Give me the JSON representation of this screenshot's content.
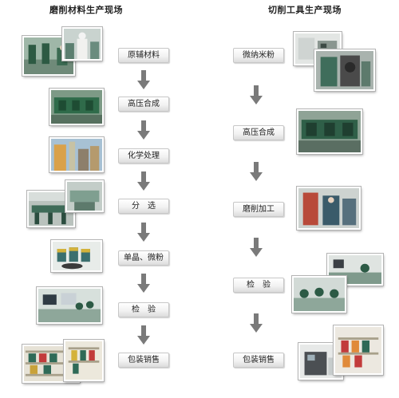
{
  "left": {
    "title": "磨削材料生产现场",
    "steps": [
      "原辅材料",
      "高压合成",
      "化学处理",
      "分　选",
      "单晶、微粉",
      "检　验",
      "包装销售"
    ]
  },
  "right": {
    "title": "切削工具生产现场",
    "steps": [
      "微纳米粉",
      "高压合成",
      "磨削加工",
      "检　验",
      "包装销售"
    ]
  },
  "colors": {
    "arrow": "#7a7a7a",
    "step_border": "#c7c7c7",
    "photo_border": "#ffffff"
  }
}
